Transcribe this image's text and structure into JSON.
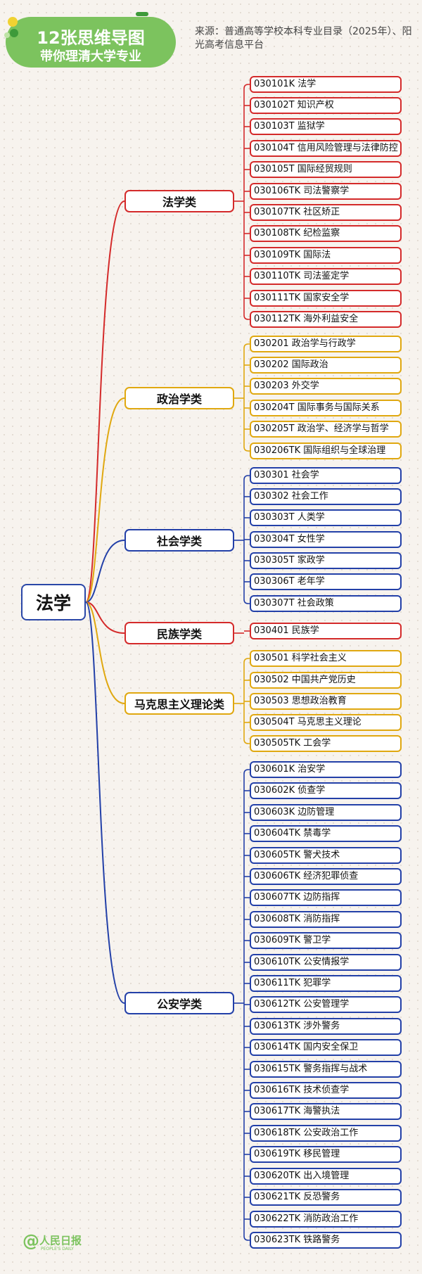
{
  "header": {
    "title_line1": "12张思维导图",
    "title_line2": "带你理清大学专业",
    "source": "来源：普通高等学校本科专业目录（2025年）、阳光高考信息平台"
  },
  "root": {
    "label": "法学"
  },
  "categories": [
    {
      "name": "法学类",
      "color": "#d42a2a",
      "items": [
        "030101K 法学",
        "030102T 知识产权",
        "030103T 监狱学",
        "030104T 信用风险管理与法律防控",
        "030105T 国际经贸规则",
        "030106TK 司法警察学",
        "030107TK 社区矫正",
        "030108TK 纪检监察",
        "030109TK 国际法",
        "030110TK 司法鉴定学",
        "030111TK 国家安全学",
        "030112TK 海外利益安全"
      ]
    },
    {
      "name": "政治学类",
      "color": "#e0a810",
      "items": [
        "030201 政治学与行政学",
        "030202 国际政治",
        "030203 外交学",
        "030204T 国际事务与国际关系",
        "030205T 政治学、经济学与哲学",
        "030206TK 国际组织与全球治理"
      ]
    },
    {
      "name": "社会学类",
      "color": "#2340a8",
      "items": [
        "030301 社会学",
        "030302 社会工作",
        "030303T 人类学",
        "030304T 女性学",
        "030305T 家政学",
        "030306T 老年学",
        "030307T 社会政策"
      ]
    },
    {
      "name": "民族学类",
      "color": "#d42a2a",
      "items": [
        "030401 民族学"
      ]
    },
    {
      "name": "马克思主义理论类",
      "color": "#e0a810",
      "items": [
        "030501 科学社会主义",
        "030502 中国共产党历史",
        "030503 思想政治教育",
        "030504T 马克思主义理论",
        "030505TK 工会学"
      ]
    },
    {
      "name": "公安学类",
      "color": "#2340a8",
      "items": [
        "030601K 治安学",
        "030602K 侦查学",
        "030603K 边防管理",
        "030604TK 禁毒学",
        "030605TK 警犬技术",
        "030606TK 经济犯罪侦查",
        "030607TK 边防指挥",
        "030608TK 消防指挥",
        "030609TK 警卫学",
        "030610TK 公安情报学",
        "030611TK 犯罪学",
        "030612TK 公安管理学",
        "030613TK 涉外警务",
        "030614TK 国内安全保卫",
        "030615TK 警务指挥与战术",
        "030616TK 技术侦查学",
        "030617TK 海警执法",
        "030618TK 公安政治工作",
        "030619TK 移民管理",
        "030620TK 出入境管理",
        "030621TK 反恐警务",
        "030622TK 消防政治工作",
        "030623TK 铁路警务"
      ]
    }
  ],
  "footer": {
    "logo_text": "人民日报",
    "logo_sub": "PEOPLE'S DAILY"
  }
}
